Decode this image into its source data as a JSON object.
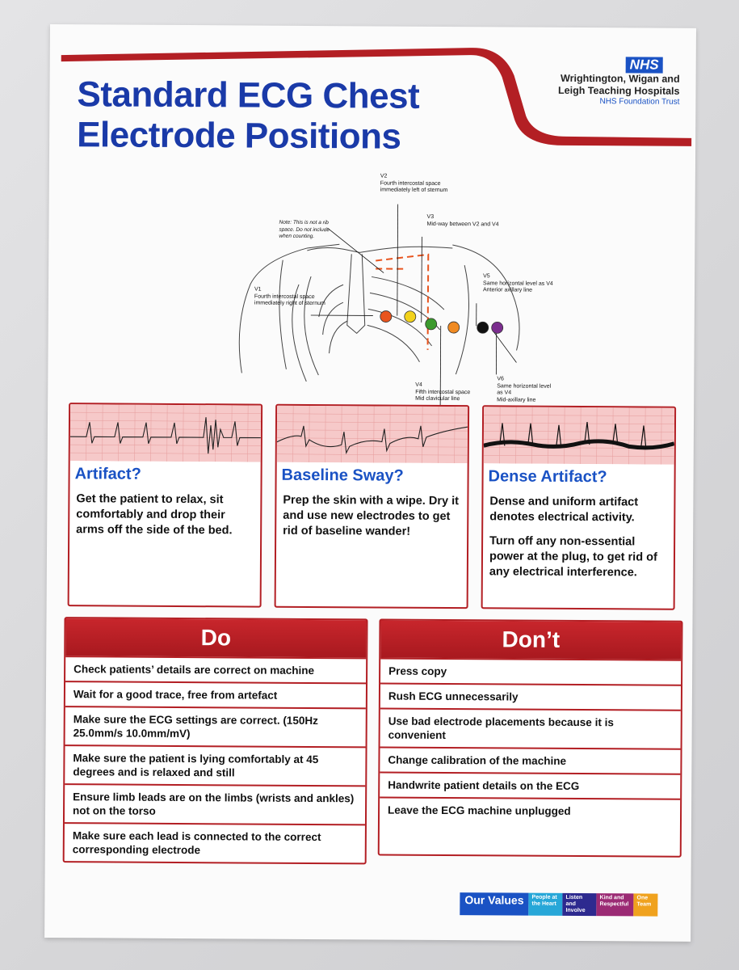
{
  "header": {
    "title_line1": "Standard ECG Chest",
    "title_line2": "Electrode Positions",
    "nhs_logo": "NHS",
    "trust_line1": "Wrightington, Wigan and",
    "trust_line2": "Leigh Teaching Hospitals",
    "trust_line3": "NHS Foundation Trust"
  },
  "diagram": {
    "note": [
      "Note: This is not a rib",
      "space. Do not include",
      "when counting."
    ],
    "v1": [
      "V1",
      "Fourth intercostal space",
      "immediately right of sternum"
    ],
    "v2": [
      "V2",
      "Fourth intercostal space",
      "immediately left of sternum"
    ],
    "v3": [
      "V3",
      "Mid-way between V2 and V4"
    ],
    "v4": [
      "V4",
      "Fifth intercostal space",
      "Mid clavicular line"
    ],
    "v5": [
      "V5",
      "Same horizontal level as V4",
      "Anterior axillary line"
    ],
    "v6": [
      "V6",
      "Same horizontal level as V4",
      "Mid-axillary line"
    ],
    "electrode_colors": [
      "#e8541e",
      "#f2d21b",
      "#3c9a2e",
      "#f08a22",
      "#111111",
      "#7b2d8e"
    ]
  },
  "panels": [
    {
      "title": "Artifact?",
      "text1": "Get the patient to relax, sit comfortably and drop their arms off the side of the bed.",
      "text2": ""
    },
    {
      "title": "Baseline Sway?",
      "text1": "Prep the skin with a wipe. Dry it and use new electrodes to get rid of baseline wander!",
      "text2": ""
    },
    {
      "title": "Dense Artifact?",
      "text1": "Dense and uniform artifact denotes electrical activity.",
      "text2": "Turn off any non-essential power at the plug, to get rid of any electrical interference."
    }
  ],
  "do": {
    "heading": "Do",
    "items": [
      "Check patients’ details are correct on machine",
      "Wait for a good trace, free from artefact",
      "Make sure the ECG settings are correct. (150Hz 25.0mm/s 10.0mm/mV)",
      "Make sure the patient is lying comfortably at 45 degrees and is relaxed and still",
      "Ensure limb leads are on the limbs (wrists and ankles) not on the torso",
      "Make sure each lead is connected to the correct corresponding electrode"
    ]
  },
  "dont": {
    "heading": "Don’t",
    "items": [
      "Press copy",
      "Rush ECG unnecessarily",
      "Use bad electrode placements because it is convenient",
      "Change calibration of the machine",
      "Handwrite patient details on the ECG",
      "Leave the ECG machine unplugged"
    ]
  },
  "values": {
    "label": "Our Values",
    "v1": "People at the Heart",
    "v2": "Listen and Involve",
    "v3": "Kind and Respectful",
    "v4": "One Team",
    "colors": [
      "#27a7d8",
      "#2d2a8f",
      "#9b2a74",
      "#f0a21e"
    ]
  },
  "colors": {
    "title_blue": "#1a3aa8",
    "nhs_blue": "#1a52c4",
    "border_red": "#b31f24"
  }
}
